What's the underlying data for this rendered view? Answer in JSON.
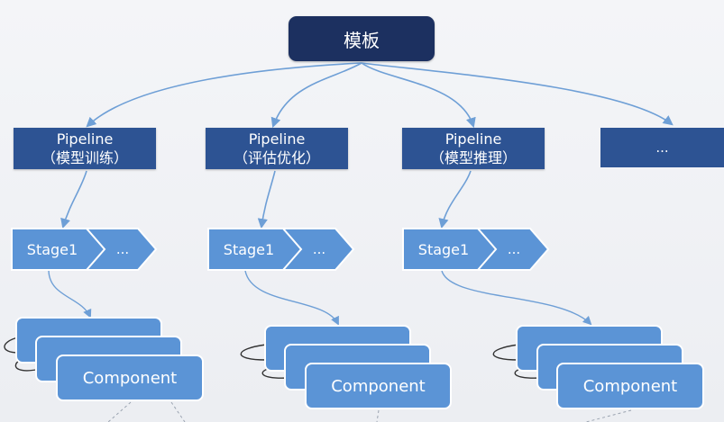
{
  "root": {
    "label": "模板"
  },
  "pipelines": [
    {
      "title": "Pipeline",
      "subtitle": "（模型训练）"
    },
    {
      "title": "Pipeline",
      "subtitle": "（评估优化）"
    },
    {
      "title": "Pipeline",
      "subtitle": "（模型推理）"
    }
  ],
  "pipeline_more": "...",
  "stages": [
    {
      "label": "Stage1",
      "more": "..."
    },
    {
      "label": "Stage1",
      "more": "..."
    },
    {
      "label": "Stage1",
      "more": "..."
    }
  ],
  "components": [
    {
      "label": "Component"
    },
    {
      "label": "Component"
    },
    {
      "label": "Component"
    }
  ],
  "colors": {
    "root_fill": "#1c3060",
    "pipeline_fill": "#2d5393",
    "stage_fill": "#5b94d6",
    "component_fill": "#5b94d6",
    "connector": "#6e9fd6"
  }
}
